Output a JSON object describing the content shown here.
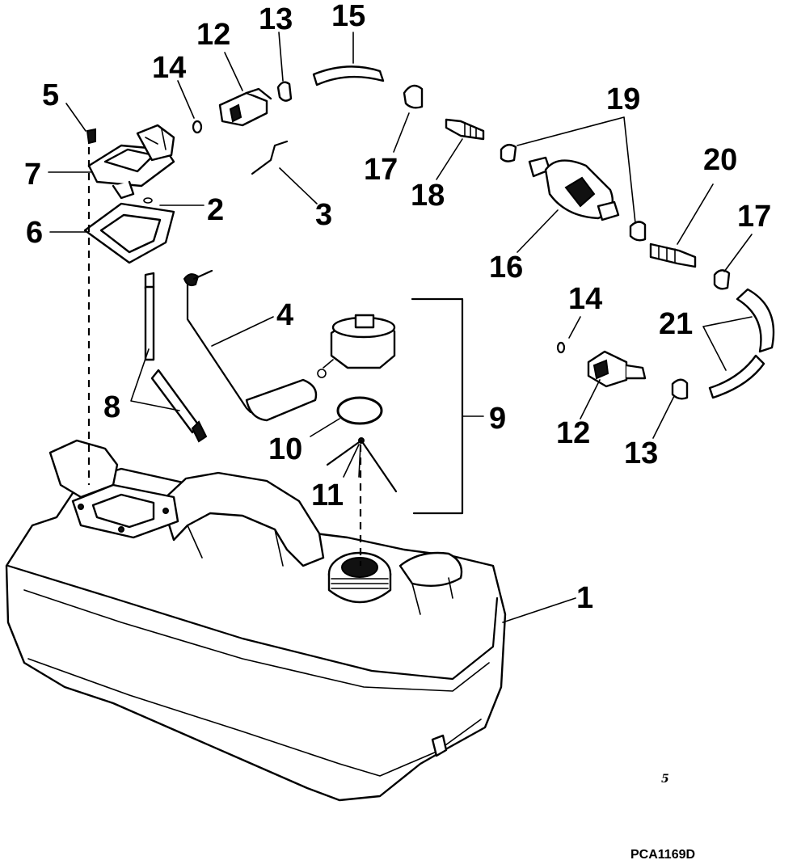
{
  "labels": {
    "l1": "1",
    "l2": "2",
    "l3": "3",
    "l4": "4",
    "l5": "5",
    "l6": "6",
    "l7": "7",
    "l8": "8",
    "l9": "9",
    "l10": "10",
    "l11": "11",
    "l12a": "12",
    "l12b": "12",
    "l13a": "13",
    "l13b": "13",
    "l14a": "14",
    "l14b": "14",
    "l15": "15",
    "l16": "16",
    "l17a": "17",
    "l17b": "17",
    "l18": "18",
    "l19": "19",
    "l20": "20",
    "l21": "21"
  },
  "page_mark": "5",
  "drawing_code": "PCA1169D"
}
